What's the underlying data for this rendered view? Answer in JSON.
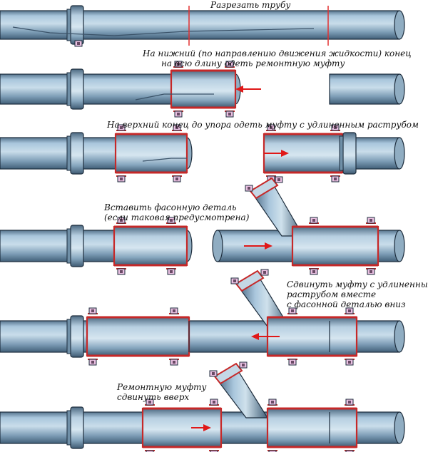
{
  "steps": [
    {
      "id": "step1",
      "lines": [
        "Разрезать трубу"
      ]
    },
    {
      "id": "step2",
      "lines": [
        "На нижний (по направлению движения жидкости) конец",
        "на всю длину одеть ремонтную муфту"
      ]
    },
    {
      "id": "step3",
      "lines": [
        "На верхний конец до упора одеть  муфту с удлиненным раструбом"
      ]
    },
    {
      "id": "step4",
      "lines": [
        "Вставить фасонную деталь",
        "(если таковая предусмотрена)"
      ]
    },
    {
      "id": "step5",
      "lines": [
        "Сдвинуть муфту с удлиненным",
        "раструбом вместе",
        "с фасонной деталью вниз"
      ]
    },
    {
      "id": "step6",
      "lines": [
        "Ремонтную муфту",
        "сдвинуть вверх"
      ]
    }
  ],
  "colors": {
    "pipe_light": "#a9c6dc",
    "pipe_mid": "#7d9db6",
    "pipe_dark": "#415f78",
    "coupling_red": "#c62828",
    "bolt_pink": "#e8bfe0",
    "arrow_red": "#e01818",
    "cut_line": "#e23030",
    "outline": "#1c2c3c"
  }
}
